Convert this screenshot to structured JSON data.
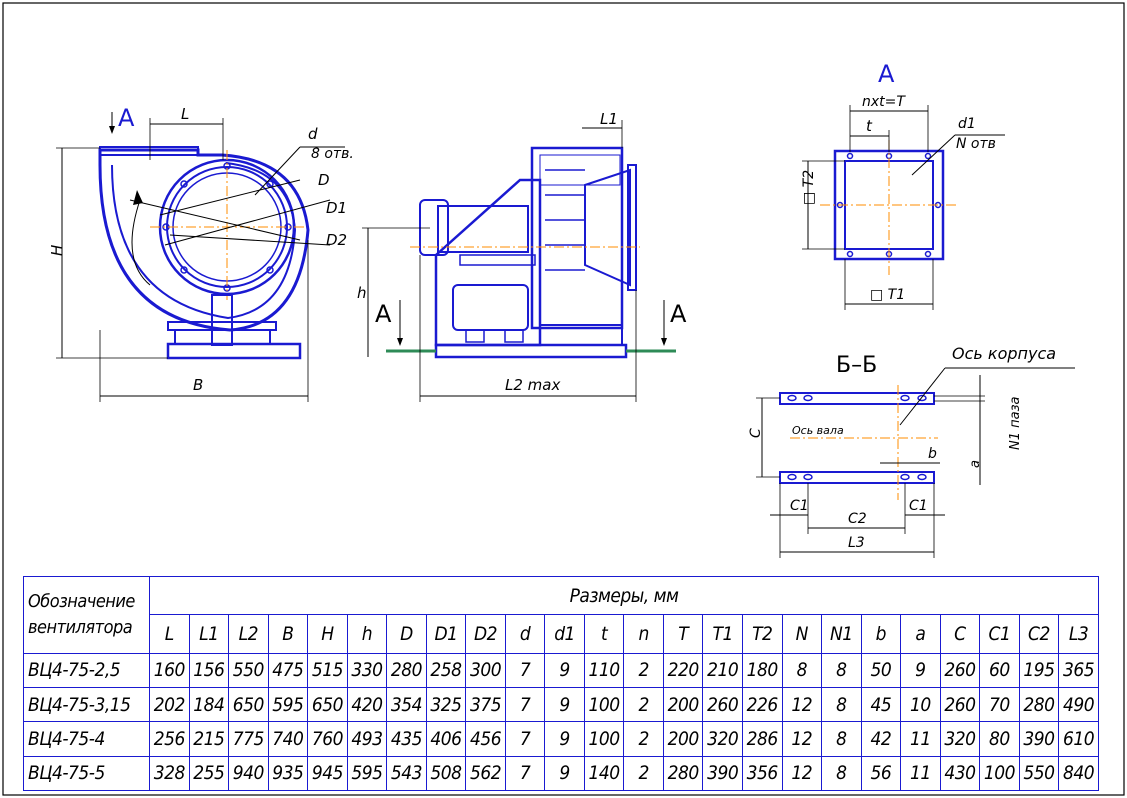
{
  "labels": {
    "view_a_left": "A",
    "dim_L": "L",
    "dim_d": "d",
    "d_holes": "8 отв.",
    "dim_D": "D",
    "dim_D1": "D1",
    "dim_D2": "D2",
    "dim_H": "H",
    "dim_B": "B",
    "dim_L1": "L1",
    "dim_h": "h",
    "section_a_left": "A",
    "section_a_right": "A",
    "dim_L2max": "L2 max",
    "view_a_title": "A",
    "dim_nxt": "nxt=T",
    "dim_t": "t",
    "dim_d1": "d1",
    "n_holes": "N отв",
    "dim_T2": "□ T2",
    "dim_T1": "□ T1",
    "section_bb": "Б–Б",
    "body_axis": "Ось корпуса",
    "shaft_axis": "Ось вала",
    "dim_C": "C",
    "dim_b": "b",
    "dim_a": "a",
    "dim_N1": "N1 паза",
    "dim_C1_left": "C1",
    "dim_C1_right": "C1",
    "dim_C2": "C2",
    "dim_L3": "L3"
  },
  "table": {
    "header_name": "Обозначение вентилятора",
    "header_sizes": "Размеры, мм",
    "columns": [
      "L",
      "L1",
      "L2",
      "B",
      "H",
      "h",
      "D",
      "D1",
      "D2",
      "d",
      "d1",
      "t",
      "n",
      "T",
      "T1",
      "T2",
      "N",
      "N1",
      "b",
      "a",
      "C",
      "C1",
      "C2",
      "L3"
    ],
    "rows": [
      {
        "name": "ВЦ4-75-2,5",
        "values": [
          "160",
          "156",
          "550",
          "475",
          "515",
          "330",
          "280",
          "258",
          "300",
          "7",
          "9",
          "110",
          "2",
          "220",
          "210",
          "180",
          "8",
          "8",
          "50",
          "9",
          "260",
          "60",
          "195",
          "365"
        ]
      },
      {
        "name": "ВЦ4-75-3,15",
        "values": [
          "202",
          "184",
          "650",
          "595",
          "650",
          "420",
          "354",
          "325",
          "375",
          "7",
          "9",
          "100",
          "2",
          "200",
          "260",
          "226",
          "12",
          "8",
          "45",
          "10",
          "260",
          "70",
          "280",
          "490"
        ]
      },
      {
        "name": "ВЦ4-75-4",
        "values": [
          "256",
          "215",
          "775",
          "740",
          "760",
          "493",
          "435",
          "406",
          "456",
          "7",
          "9",
          "100",
          "2",
          "200",
          "320",
          "286",
          "12",
          "8",
          "42",
          "11",
          "320",
          "80",
          "390",
          "610"
        ]
      },
      {
        "name": "ВЦ4-75-5",
        "values": [
          "328",
          "255",
          "940",
          "935",
          "945",
          "595",
          "543",
          "508",
          "562",
          "7",
          "9",
          "140",
          "2",
          "280",
          "390",
          "356",
          "12",
          "8",
          "56",
          "11",
          "430",
          "100",
          "550",
          "840"
        ]
      }
    ]
  },
  "colors": {
    "outline": "#1a1ad1",
    "dimension": "#000000",
    "axis": "#ff8c00",
    "ground": "#2e8b57"
  }
}
